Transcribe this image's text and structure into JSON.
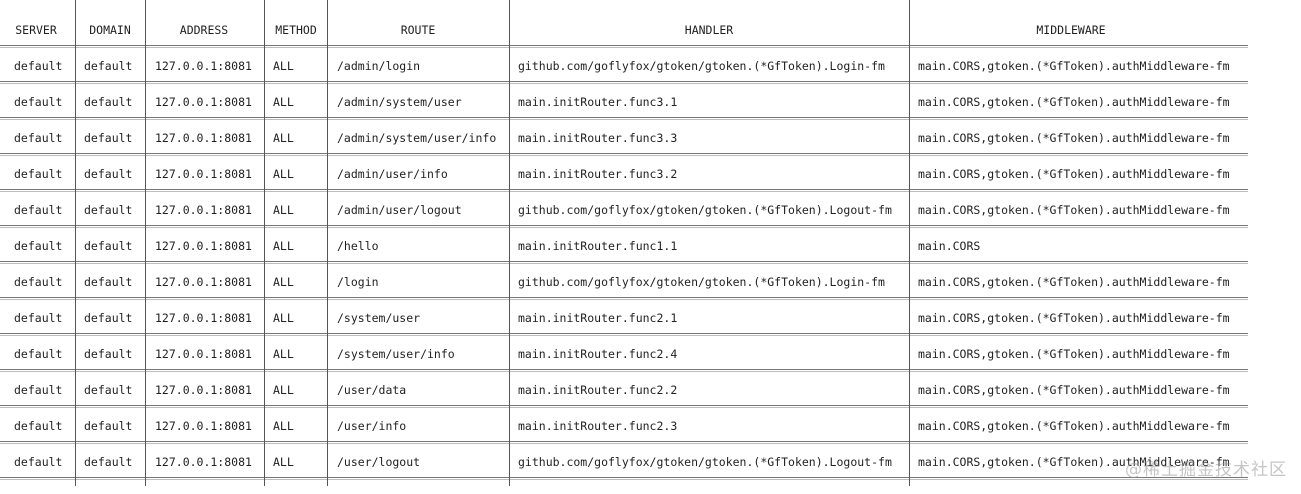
{
  "table": {
    "headers": {
      "server": "SERVER",
      "domain": "DOMAIN",
      "address": "ADDRESS",
      "method": "METHOD",
      "route": "ROUTE",
      "handler": "HANDLER",
      "middleware": "MIDDLEWARE"
    },
    "rows": [
      {
        "server": "default",
        "domain": "default",
        "address": "127.0.0.1:8081",
        "method": "ALL",
        "route": "/admin/login",
        "handler": "github.com/goflyfox/gtoken/gtoken.(*GfToken).Login-fm",
        "middleware": "main.CORS,gtoken.(*GfToken).authMiddleware-fm"
      },
      {
        "server": "default",
        "domain": "default",
        "address": "127.0.0.1:8081",
        "method": "ALL",
        "route": "/admin/system/user",
        "handler": "main.initRouter.func3.1",
        "middleware": "main.CORS,gtoken.(*GfToken).authMiddleware-fm"
      },
      {
        "server": "default",
        "domain": "default",
        "address": "127.0.0.1:8081",
        "method": "ALL",
        "route": "/admin/system/user/info",
        "handler": "main.initRouter.func3.3",
        "middleware": "main.CORS,gtoken.(*GfToken).authMiddleware-fm"
      },
      {
        "server": "default",
        "domain": "default",
        "address": "127.0.0.1:8081",
        "method": "ALL",
        "route": "/admin/user/info",
        "handler": "main.initRouter.func3.2",
        "middleware": "main.CORS,gtoken.(*GfToken).authMiddleware-fm"
      },
      {
        "server": "default",
        "domain": "default",
        "address": "127.0.0.1:8081",
        "method": "ALL",
        "route": "/admin/user/logout",
        "handler": "github.com/goflyfox/gtoken/gtoken.(*GfToken).Logout-fm",
        "middleware": "main.CORS,gtoken.(*GfToken).authMiddleware-fm"
      },
      {
        "server": "default",
        "domain": "default",
        "address": "127.0.0.1:8081",
        "method": "ALL",
        "route": "/hello",
        "handler": "main.initRouter.func1.1",
        "middleware": "main.CORS"
      },
      {
        "server": "default",
        "domain": "default",
        "address": "127.0.0.1:8081",
        "method": "ALL",
        "route": "/login",
        "handler": "github.com/goflyfox/gtoken/gtoken.(*GfToken).Login-fm",
        "middleware": "main.CORS,gtoken.(*GfToken).authMiddleware-fm"
      },
      {
        "server": "default",
        "domain": "default",
        "address": "127.0.0.1:8081",
        "method": "ALL",
        "route": "/system/user",
        "handler": "main.initRouter.func2.1",
        "middleware": "main.CORS,gtoken.(*GfToken).authMiddleware-fm"
      },
      {
        "server": "default",
        "domain": "default",
        "address": "127.0.0.1:8081",
        "method": "ALL",
        "route": "/system/user/info",
        "handler": "main.initRouter.func2.4",
        "middleware": "main.CORS,gtoken.(*GfToken).authMiddleware-fm"
      },
      {
        "server": "default",
        "domain": "default",
        "address": "127.0.0.1:8081",
        "method": "ALL",
        "route": "/user/data",
        "handler": "main.initRouter.func2.2",
        "middleware": "main.CORS,gtoken.(*GfToken).authMiddleware-fm"
      },
      {
        "server": "default",
        "domain": "default",
        "address": "127.0.0.1:8081",
        "method": "ALL",
        "route": "/user/info",
        "handler": "main.initRouter.func2.3",
        "middleware": "main.CORS,gtoken.(*GfToken).authMiddleware-fm"
      },
      {
        "server": "default",
        "domain": "default",
        "address": "127.0.0.1:8081",
        "method": "ALL",
        "route": "/user/logout",
        "handler": "github.com/goflyfox/gtoken/gtoken.(*GfToken).Logout-fm",
        "middleware": "main.CORS,gtoken.(*GfToken).authMiddleware-fm"
      }
    ]
  },
  "watermark": "@稀土掘金技术社区"
}
